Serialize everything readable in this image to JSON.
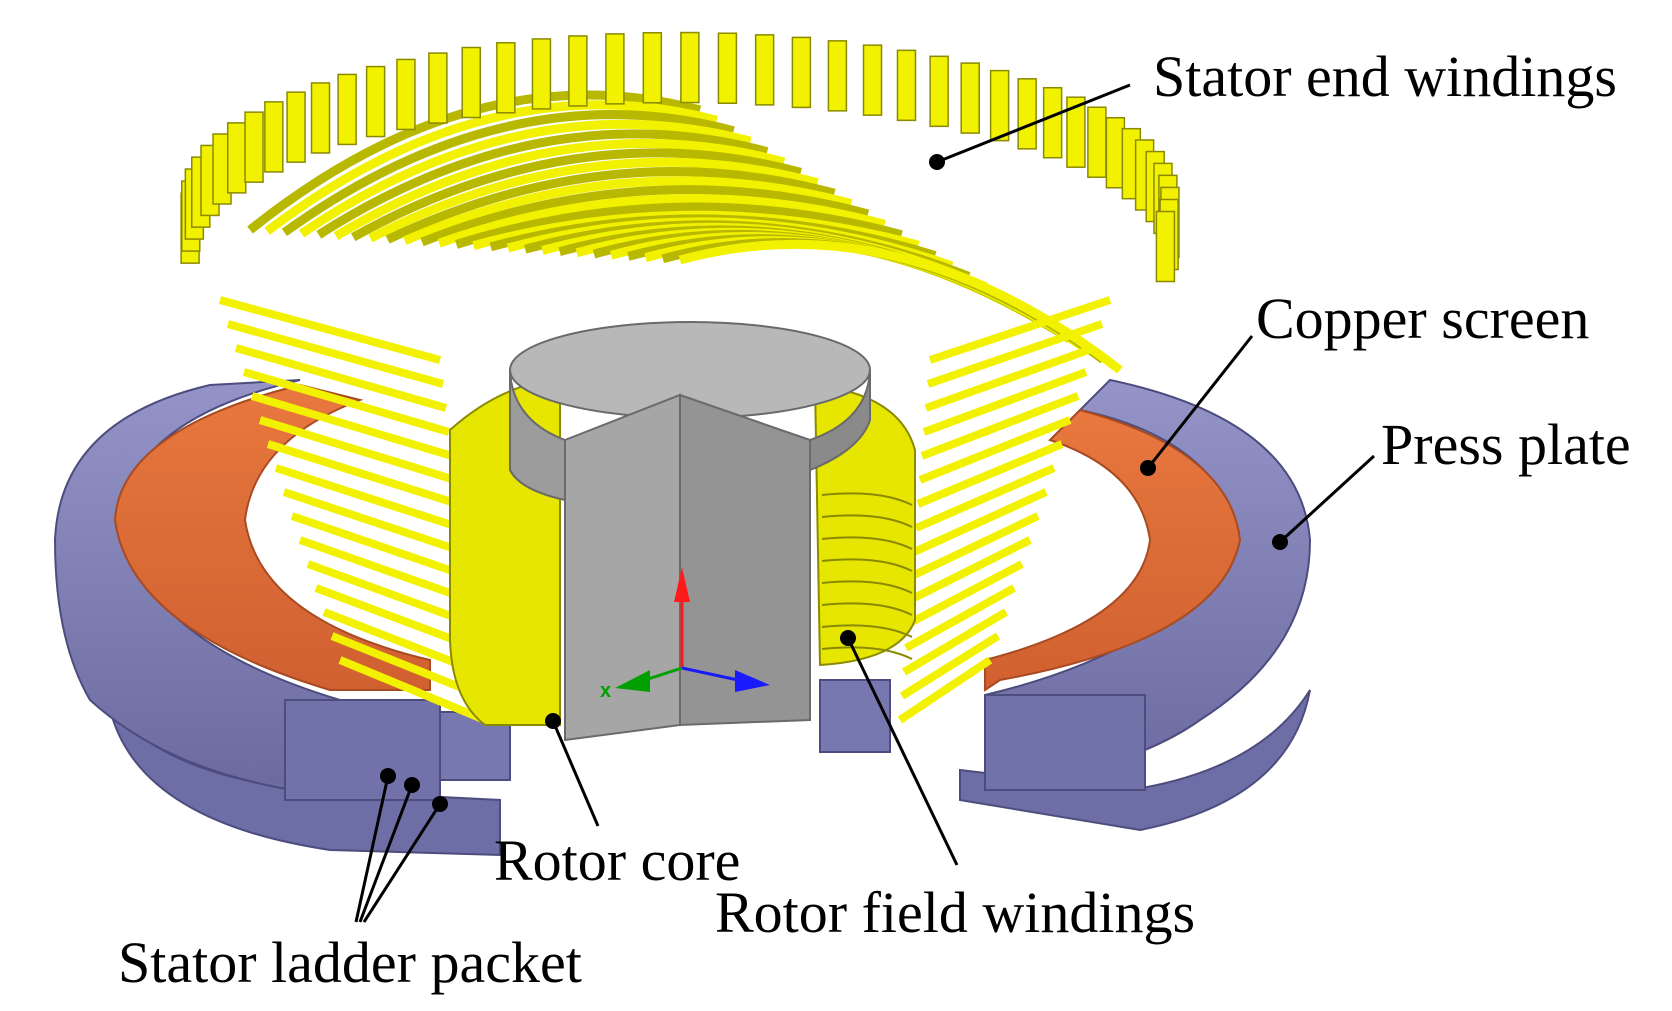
{
  "figure": {
    "labels": {
      "stator_end_windings": "Stator end windings",
      "copper_screen": "Copper screen",
      "press_plate": "Press plate",
      "rotor_core": "Rotor core",
      "rotor_field_windings": "Rotor field windings",
      "stator_ladder_packet": "Stator ladder packet"
    },
    "axis_triad": {
      "x_label": "x"
    },
    "colors": {
      "winding_yellow": "#f2f200",
      "winding_yellow_dark": "#b8b800",
      "winding_shadow": "#8a8a00",
      "copper_orange": "#e0703a",
      "copper_dark": "#b95428",
      "press_plate_blue": "#8080b8",
      "press_plate_dark": "#5e5e92",
      "rotor_core_gray": "#b4b4b4",
      "rotor_core_dark": "#8e8e8e",
      "axis_x": "#00a000",
      "axis_y": "#1a1aff",
      "axis_z": "#ff1a1a",
      "leader_line": "#000000"
    }
  }
}
